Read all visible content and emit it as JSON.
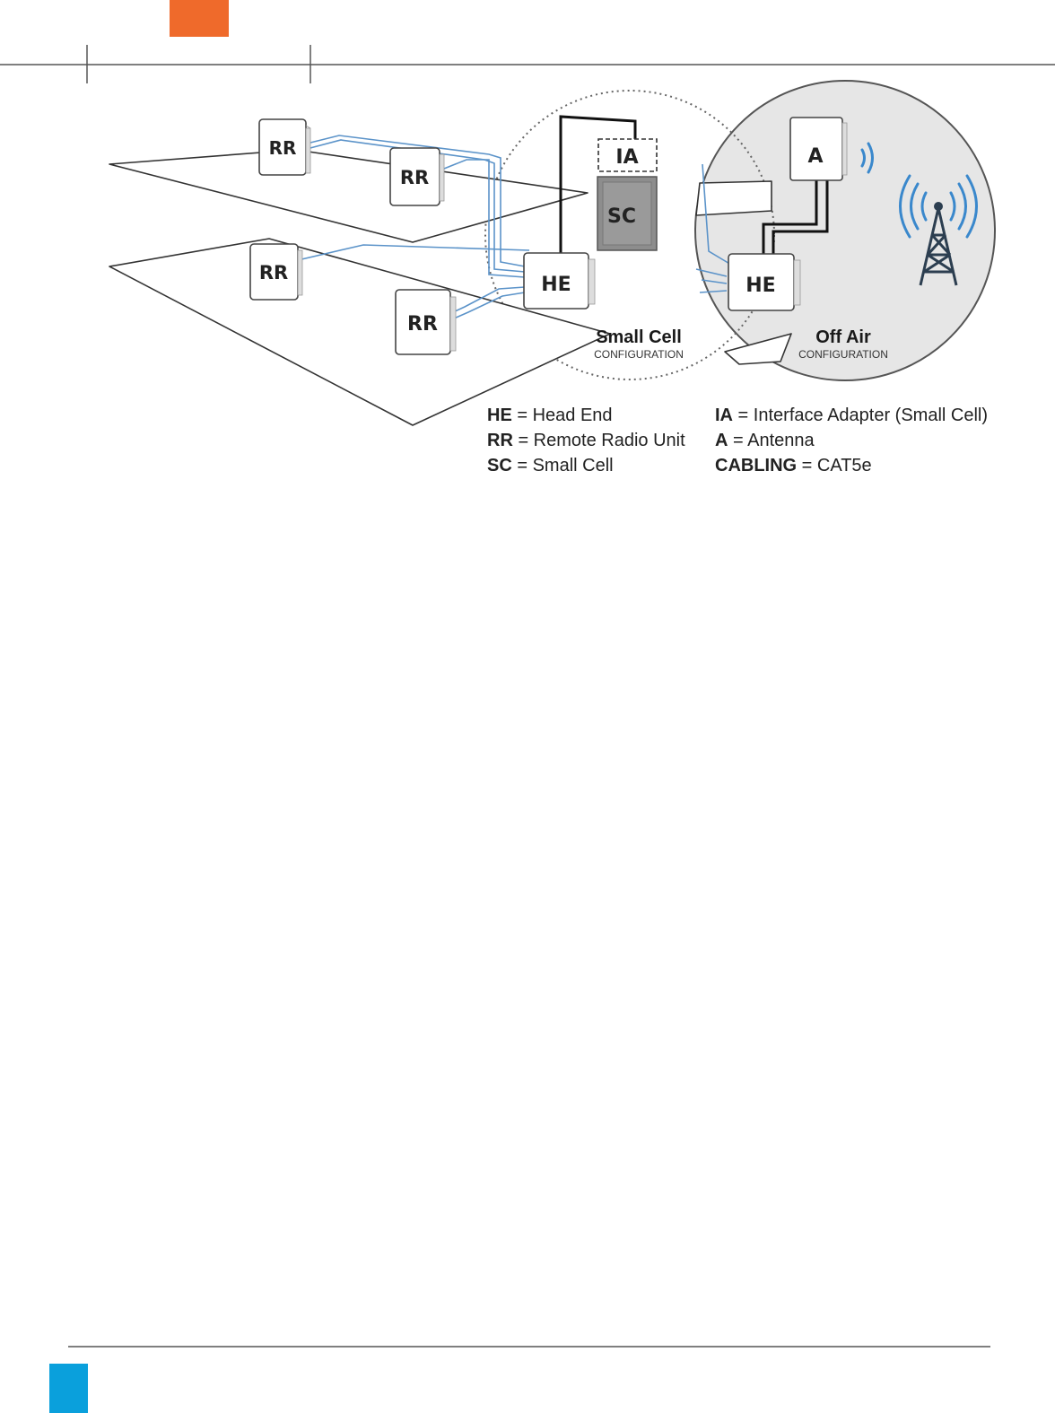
{
  "colors": {
    "accent_orange": "#ef6a2b",
    "accent_blue": "#0aa0dc",
    "cable_blue": "#5b93c9",
    "cable_black": "#111111",
    "small_cell_gray": "#8d8d8d",
    "off_air_bg": "#e6e6e6",
    "rule_gray": "#555555"
  },
  "diagram": {
    "units": {
      "rr": "RR",
      "he": "HE",
      "ia": "IA",
      "sc": "SC",
      "a": "A"
    },
    "small_cell": {
      "title": "Small Cell",
      "subtitle": "CONFIGURATION"
    },
    "off_air": {
      "title": "Off Air",
      "subtitle": "CONFIGURATION"
    },
    "icons": [
      "radio-waves-icon",
      "cell-tower-icon"
    ]
  },
  "legend": {
    "left": [
      {
        "key": "HE",
        "desc": " = Head End"
      },
      {
        "key": "RR",
        "desc": " = Remote Radio Unit"
      },
      {
        "key": "SC",
        "desc": " = Small Cell"
      }
    ],
    "right": [
      {
        "key": "IA",
        "desc": " = Interface Adapter (Small Cell)"
      },
      {
        "key": "A",
        "desc": " = Antenna"
      },
      {
        "key": "CABLING",
        "desc": " = CAT5e"
      }
    ]
  }
}
